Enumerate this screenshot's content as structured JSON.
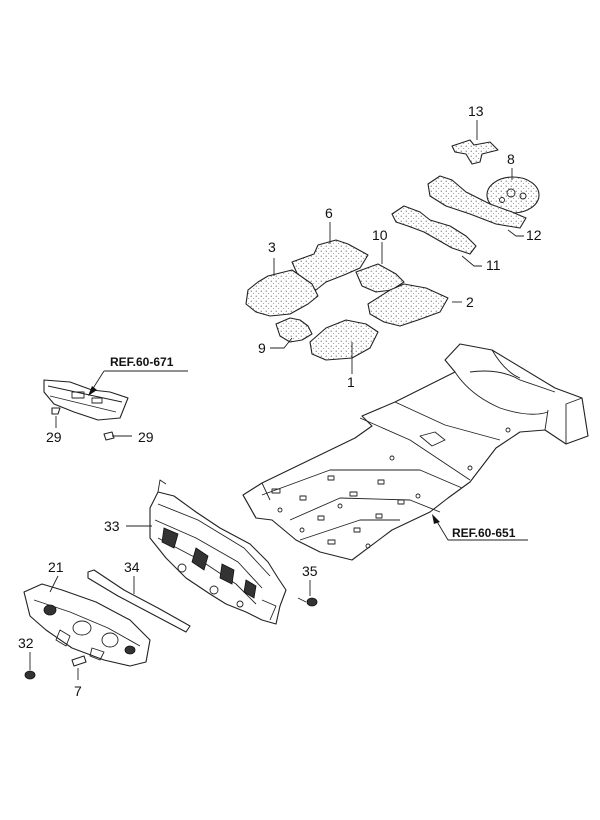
{
  "labels": {
    "p1": "1",
    "p2": "2",
    "p3": "3",
    "p6": "6",
    "p7": "7",
    "p8": "8",
    "p9": "9",
    "p10": "10",
    "p11": "11",
    "p12": "12",
    "p13": "13",
    "p21": "21",
    "p29a": "29",
    "p29b": "29",
    "p32": "32",
    "p33": "33",
    "p34": "34",
    "p35": "35"
  },
  "references": {
    "upper": "REF.60-671",
    "floor": "REF.60-651"
  }
}
